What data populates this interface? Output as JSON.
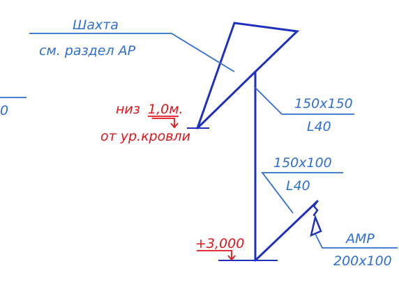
{
  "colors": {
    "background": "#ffffff",
    "duct_stroke": "#1f2fbf",
    "leader_blue": "#2f6fd1",
    "annotation_red": "#e0161b"
  },
  "labels": {
    "shaft_title": "Шахта",
    "shaft_ref": "см. раздел АР",
    "bottom_prefix": "низ",
    "bottom_value": "1,0м.",
    "bottom_ref": "от ур.кровли",
    "riser_size": "150х150",
    "riser_code": "L40",
    "branch_size": "150х100",
    "branch_code": "L40",
    "grille_type": "АМР",
    "grille_size": "200х100",
    "level_mark": "+3,000",
    "left_partial": "0"
  }
}
